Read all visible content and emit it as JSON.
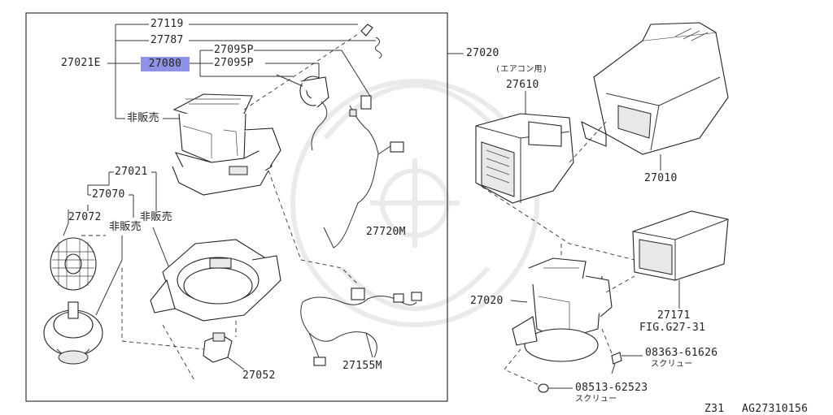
{
  "labels": {
    "p27119": "27119",
    "p27787": "27787",
    "p27021E": "27021E",
    "p27080": "27080",
    "p27095P_a": "27095P",
    "p27095P_b": "27095P",
    "hihanbai_1": "非販売",
    "p27021": "27021",
    "p27070": "27070",
    "p27072": "27072",
    "hihanbai_2": "非販売",
    "hihanbai_3": "非販売",
    "p27052": "27052",
    "p27720M": "27720M",
    "p27155M": "27155M",
    "p27020_top": "27020",
    "aircon_note": "(エアコン用)",
    "p27610": "27610",
    "p27010": "27010",
    "p27020_assy": "27020",
    "p27171": "27171",
    "fig_ref": "FIG.G27-31",
    "p08363": "08363-61626",
    "screw_1": "スクリュー",
    "p08513": "08513-62523",
    "screw_2": "スクリュー",
    "page_code": "Z31",
    "doc_id": "AG27310156"
  },
  "highlight_color": "#8f93e6"
}
